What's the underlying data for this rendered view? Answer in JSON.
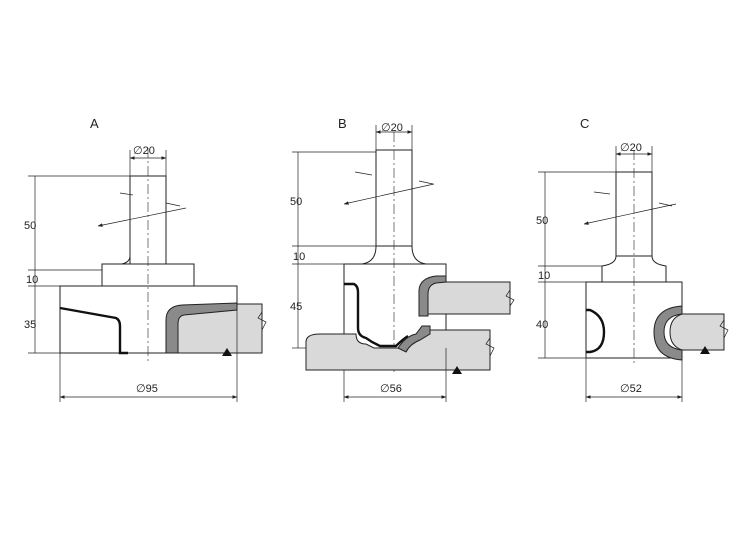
{
  "tools": [
    {
      "label": "A",
      "shank_diameter": "∅20",
      "shank_length": "50",
      "collar_height": "10",
      "cut_height": "35",
      "overall_diameter": "∅95"
    },
    {
      "label": "B",
      "shank_diameter": "∅20",
      "shank_length": "50",
      "collar_height": "10",
      "cut_height": "45",
      "overall_diameter": "∅56"
    },
    {
      "label": "C",
      "shank_diameter": "∅20",
      "shank_length": "50",
      "collar_height": "10",
      "cut_height": "40",
      "overall_diameter": "∅52"
    }
  ]
}
